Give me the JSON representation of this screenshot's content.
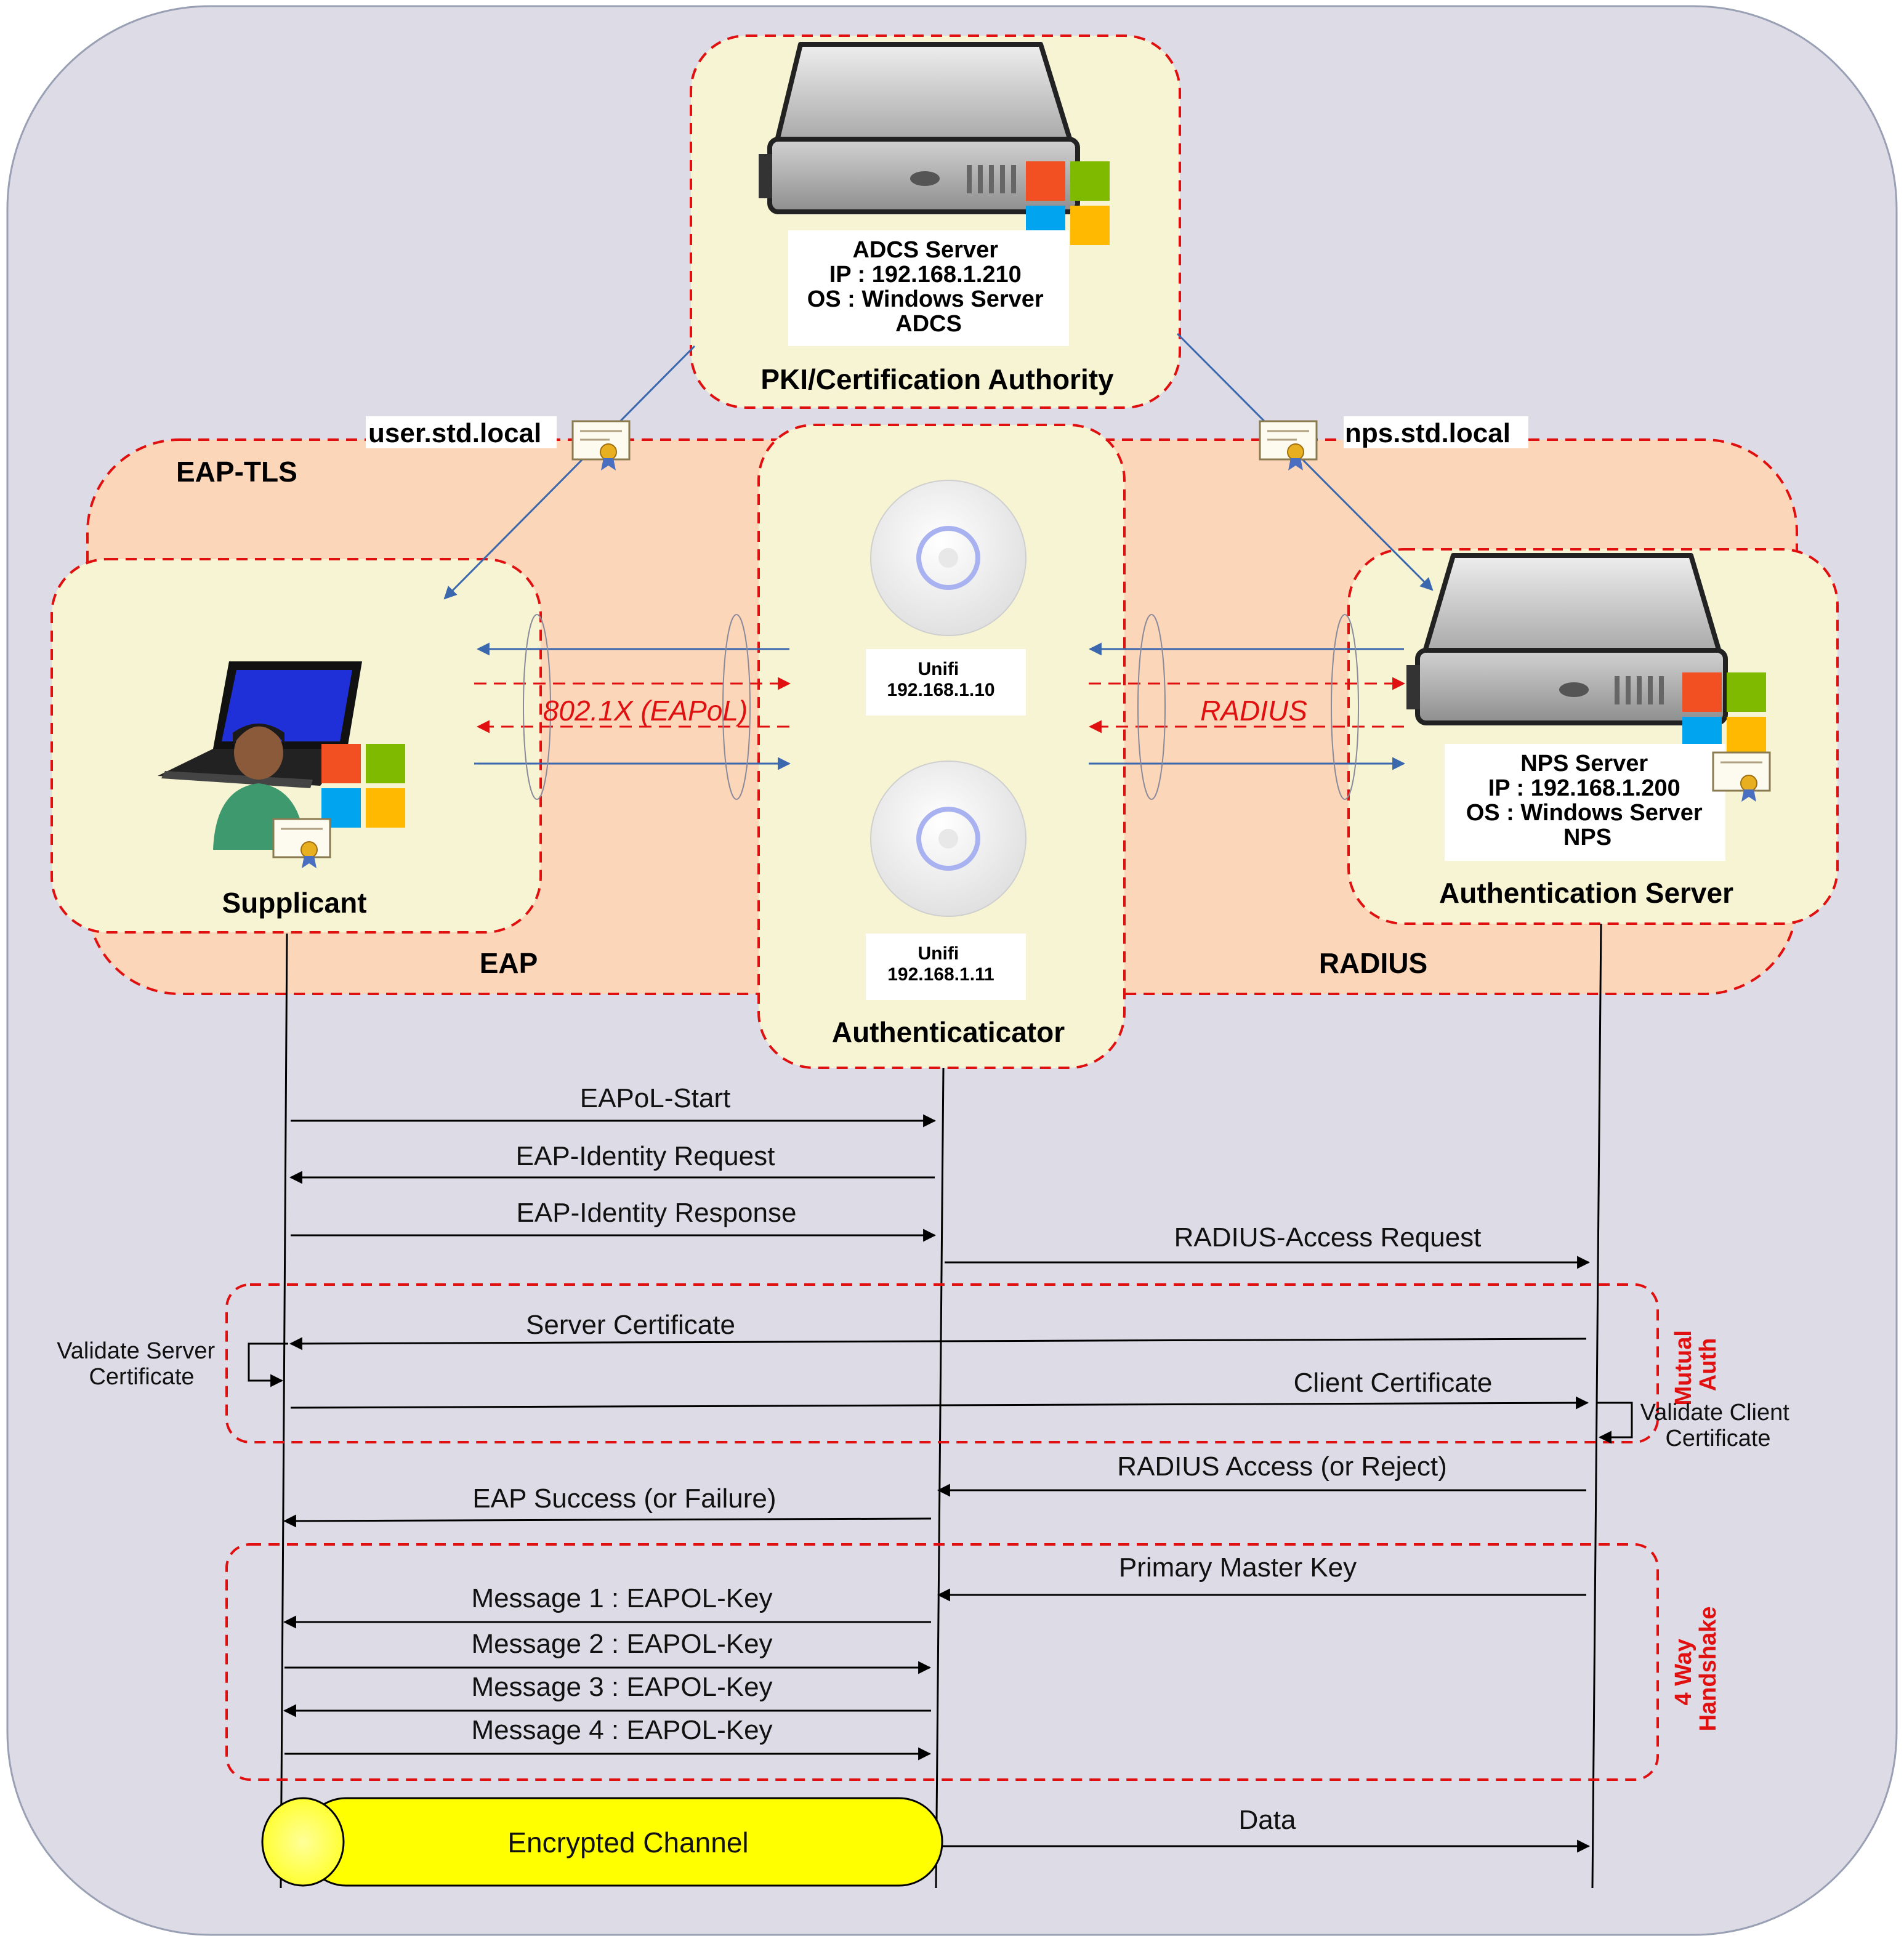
{
  "labels": {
    "adcs_server": [
      "ADCS Server",
      "IP : 192.168.1.210",
      "OS : Windows Server",
      "ADCS"
    ],
    "pki_title": "PKI/Certification Authority",
    "user_cert": "user.std.local",
    "nps_cert": "nps.std.local",
    "eap_tls": "EAP-TLS",
    "supplicant": "Supplicant",
    "ap1": [
      "Unifi",
      "192.168.1.10"
    ],
    "ap2": [
      "Unifi",
      "192.168.1.11"
    ],
    "authenticator": "Authenticaticator",
    "nps_server": [
      "NPS Server",
      "IP : 192.168.1.200",
      "OS : Windows Server",
      "NPS"
    ],
    "auth_server": "Authentication Server",
    "eap_region": "EAP",
    "radius_region": "RADIUS",
    "eapol_link": "802.1X (EAPoL)",
    "radius_link": "RADIUS",
    "mutual_auth": [
      "Mutual",
      "Auth"
    ],
    "four_way": [
      "4 Way",
      "Handshake"
    ],
    "validate_server": [
      "Validate Server",
      "Certificate"
    ],
    "validate_client": [
      "Validate Client",
      "Certificate"
    ],
    "encrypted_channel": "Encrypted Channel"
  },
  "messages": [
    {
      "id": "eapol-start",
      "text": "EAPoL-Start"
    },
    {
      "id": "eap-identity-request",
      "text": "EAP-Identity Request"
    },
    {
      "id": "eap-identity-response",
      "text": "EAP-Identity Response"
    },
    {
      "id": "radius-access-request",
      "text": "RADIUS-Access Request"
    },
    {
      "id": "server-certificate",
      "text": "Server Certificate"
    },
    {
      "id": "client-certificate",
      "text": "Client Certificate"
    },
    {
      "id": "radius-access-reject",
      "text": "RADIUS Access (or Reject)"
    },
    {
      "id": "eap-success",
      "text": "EAP Success (or Failure)"
    },
    {
      "id": "primary-master-key",
      "text": "Primary Master Key"
    },
    {
      "id": "message-1",
      "text": "Message 1 : EAPOL-Key"
    },
    {
      "id": "message-2",
      "text": "Message 2 : EAPOL-Key"
    },
    {
      "id": "message-3",
      "text": "Message 3 : EAPOL-Key"
    },
    {
      "id": "message-4",
      "text": "Message 4 : EAPOL-Key"
    },
    {
      "id": "data",
      "text": "Data"
    }
  ],
  "colors": {
    "background": "#dcdbe6",
    "eap_region_fill": "#fbd6b8",
    "node_fill": "#f6f4d2",
    "dashed_red": "#e01010",
    "link_blue": "#3a67ad",
    "channel_yellow": "#ffff00"
  }
}
